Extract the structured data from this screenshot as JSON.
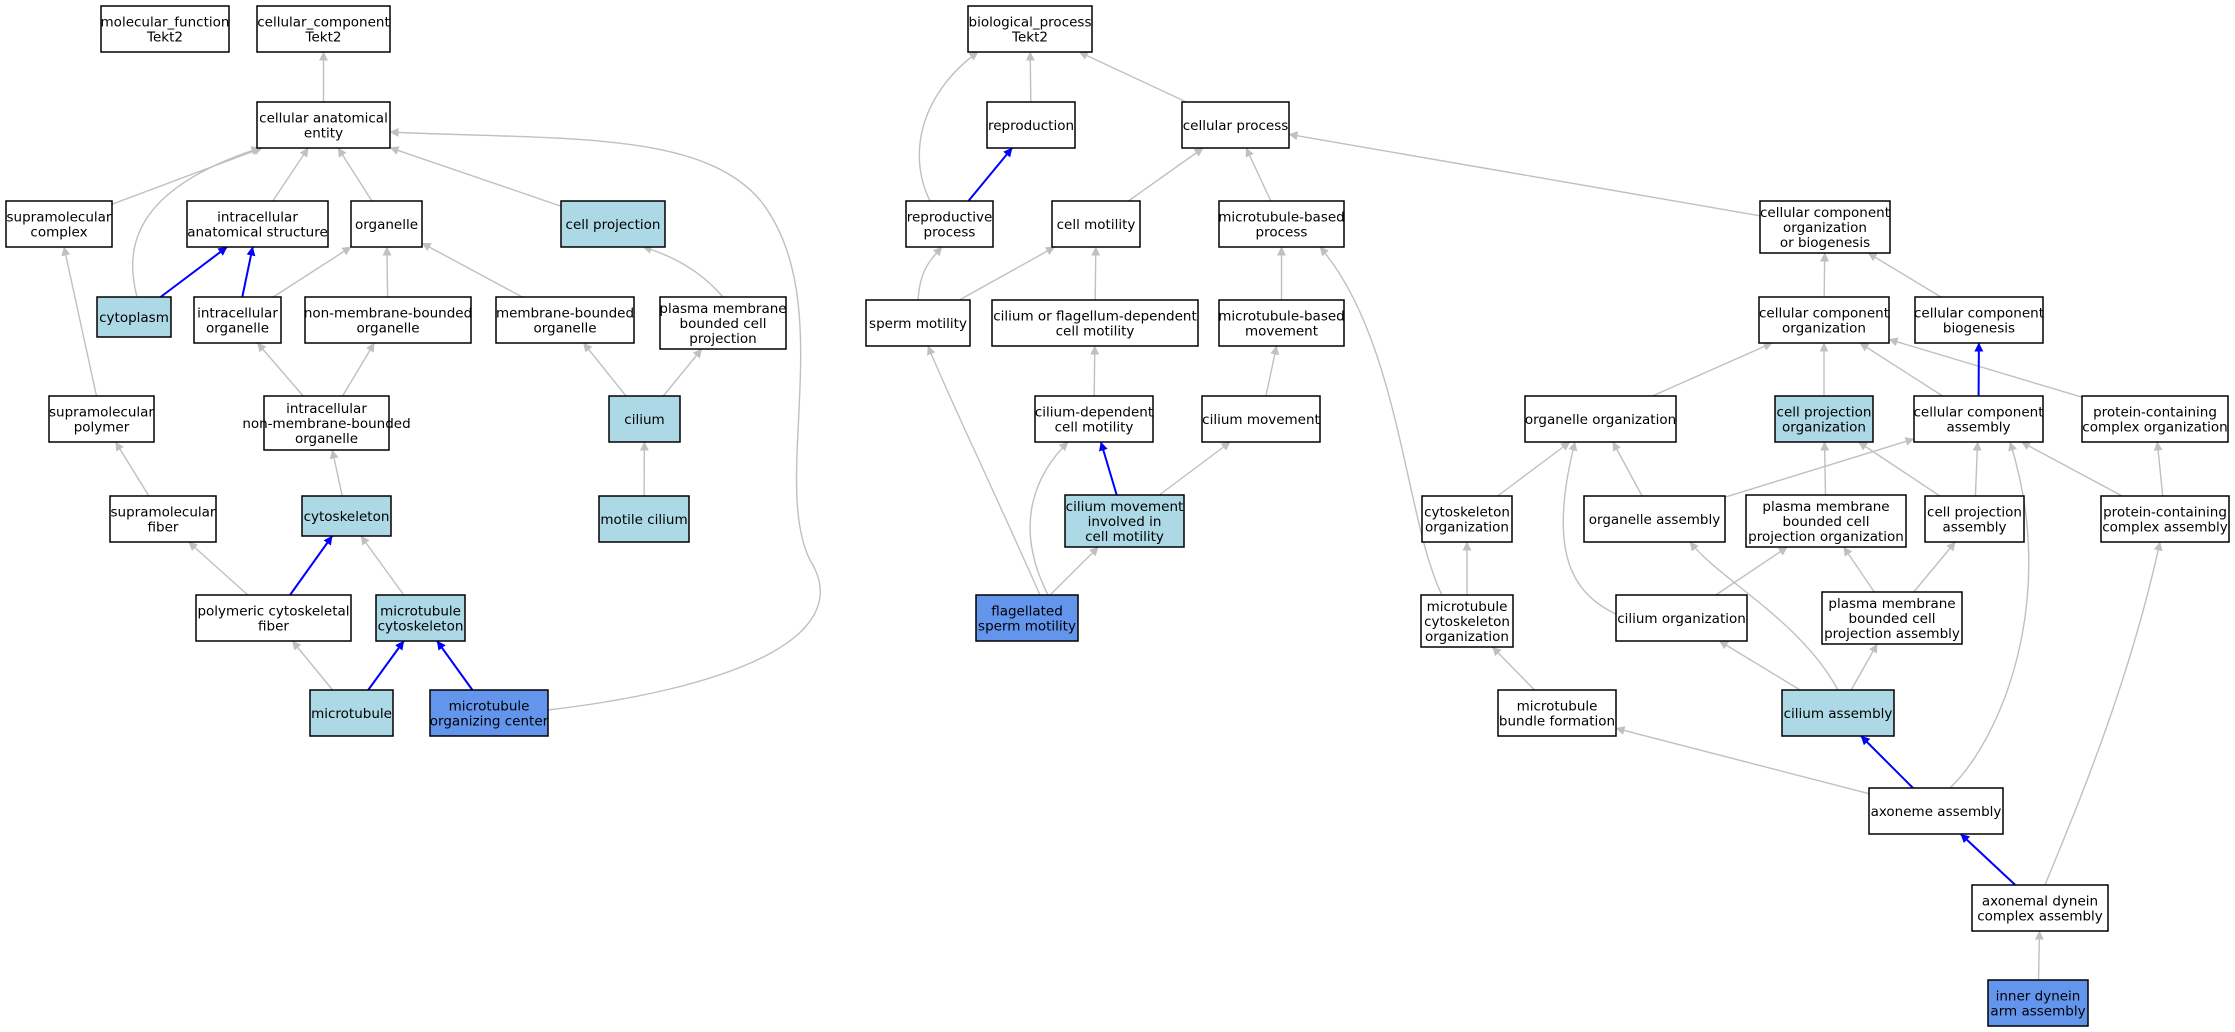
{
  "colors": {
    "plain": "#ffffff",
    "light": "#add8e6",
    "dark": "#6495ed",
    "edge_gray": "#c0c0c0",
    "edge_blue": "#0000ff"
  },
  "nodes": {
    "mf": {
      "lines": [
        "molecular_function",
        "Tekt2"
      ],
      "fill": "plain"
    },
    "cc": {
      "lines": [
        "cellular_component",
        "Tekt2"
      ],
      "fill": "plain"
    },
    "cae": {
      "lines": [
        "cellular anatomical",
        "entity"
      ],
      "fill": "plain"
    },
    "supcx": {
      "lines": [
        "supramolecular",
        "complex"
      ],
      "fill": "plain"
    },
    "ias": {
      "lines": [
        "intracellular",
        "anatomical structure"
      ],
      "fill": "plain"
    },
    "org": {
      "lines": [
        "organelle"
      ],
      "fill": "plain"
    },
    "cproj": {
      "lines": [
        "cell projection"
      ],
      "fill": "light"
    },
    "cyto": {
      "lines": [
        "cytoplasm"
      ],
      "fill": "light"
    },
    "iorg": {
      "lines": [
        "intracellular",
        "organelle"
      ],
      "fill": "plain"
    },
    "nmbo": {
      "lines": [
        "non-membrane-bounded",
        "organelle"
      ],
      "fill": "plain"
    },
    "mbo": {
      "lines": [
        "membrane-bounded",
        "organelle"
      ],
      "fill": "plain"
    },
    "pmbcp": {
      "lines": [
        "plasma membrane",
        "bounded cell",
        "projection"
      ],
      "fill": "plain"
    },
    "suppoly": {
      "lines": [
        "supramolecular",
        "polymer"
      ],
      "fill": "plain"
    },
    "inmbo": {
      "lines": [
        "intracellular",
        "non-membrane-bounded",
        "organelle"
      ],
      "fill": "plain"
    },
    "cilium": {
      "lines": [
        "cilium"
      ],
      "fill": "light"
    },
    "supfib": {
      "lines": [
        "supramolecular",
        "fiber"
      ],
      "fill": "plain"
    },
    "cytosk": {
      "lines": [
        "cytoskeleton"
      ],
      "fill": "light"
    },
    "motcil": {
      "lines": [
        "motile cilium"
      ],
      "fill": "light"
    },
    "pcf": {
      "lines": [
        "polymeric cytoskeletal",
        "fiber"
      ],
      "fill": "plain"
    },
    "mtcyto": {
      "lines": [
        "microtubule",
        "cytoskeleton"
      ],
      "fill": "light"
    },
    "mt": {
      "lines": [
        "microtubule"
      ],
      "fill": "light"
    },
    "mtoc": {
      "lines": [
        "microtubule",
        "organizing center"
      ],
      "fill": "dark"
    },
    "bp": {
      "lines": [
        "biological_process",
        "Tekt2"
      ],
      "fill": "plain"
    },
    "repro": {
      "lines": [
        "reproduction"
      ],
      "fill": "plain"
    },
    "cproc": {
      "lines": [
        "cellular process"
      ],
      "fill": "plain"
    },
    "rproc": {
      "lines": [
        "reproductive",
        "process"
      ],
      "fill": "plain"
    },
    "cmot": {
      "lines": [
        "cell motility"
      ],
      "fill": "plain"
    },
    "mtbp": {
      "lines": [
        "microtubule-based",
        "process"
      ],
      "fill": "plain"
    },
    "ccob": {
      "lines": [
        "cellular component",
        "organization",
        "or biogenesis"
      ],
      "fill": "plain"
    },
    "smot": {
      "lines": [
        "sperm motility"
      ],
      "fill": "plain"
    },
    "cfdcm": {
      "lines": [
        "cilium or flagellum-dependent",
        "cell motility"
      ],
      "fill": "plain"
    },
    "mtbm": {
      "lines": [
        "microtubule-based",
        "movement"
      ],
      "fill": "plain"
    },
    "cco": {
      "lines": [
        "cellular component",
        "organization"
      ],
      "fill": "plain"
    },
    "ccb": {
      "lines": [
        "cellular component",
        "biogenesis"
      ],
      "fill": "plain"
    },
    "cdcm": {
      "lines": [
        "cilium-dependent",
        "cell motility"
      ],
      "fill": "plain"
    },
    "cmove": {
      "lines": [
        "cilium movement"
      ],
      "fill": "plain"
    },
    "oorg": {
      "lines": [
        "organelle organization"
      ],
      "fill": "plain"
    },
    "cpo": {
      "lines": [
        "cell projection",
        "organization"
      ],
      "fill": "light"
    },
    "cca": {
      "lines": [
        "cellular component",
        "assembly"
      ],
      "fill": "plain"
    },
    "pcco": {
      "lines": [
        "protein-containing",
        "complex organization"
      ],
      "fill": "plain"
    },
    "cmicm": {
      "lines": [
        "cilium movement",
        "involved in",
        "cell motility"
      ],
      "fill": "light"
    },
    "csko": {
      "lines": [
        "cytoskeleton",
        "organization"
      ],
      "fill": "plain"
    },
    "oasm": {
      "lines": [
        "organelle assembly"
      ],
      "fill": "plain"
    },
    "pmbcpo": {
      "lines": [
        "plasma membrane",
        "bounded cell",
        "projection organization"
      ],
      "fill": "plain"
    },
    "cpa": {
      "lines": [
        "cell projection",
        "assembly"
      ],
      "fill": "plain"
    },
    "pcca": {
      "lines": [
        "protein-containing",
        "complex assembly"
      ],
      "fill": "plain"
    },
    "fsm": {
      "lines": [
        "flagellated",
        "sperm motility"
      ],
      "fill": "dark"
    },
    "mtcsko": {
      "lines": [
        "microtubule",
        "cytoskeleton",
        "organization"
      ],
      "fill": "plain"
    },
    "corg": {
      "lines": [
        "cilium organization"
      ],
      "fill": "plain"
    },
    "pmbcpa": {
      "lines": [
        "plasma membrane",
        "bounded cell",
        "projection assembly"
      ],
      "fill": "plain"
    },
    "mtbf": {
      "lines": [
        "microtubule",
        "bundle formation"
      ],
      "fill": "plain"
    },
    "casm": {
      "lines": [
        "cilium assembly"
      ],
      "fill": "light"
    },
    "axasm": {
      "lines": [
        "axoneme assembly"
      ],
      "fill": "plain"
    },
    "adca": {
      "lines": [
        "axonemal dynein",
        "complex assembly"
      ],
      "fill": "plain"
    },
    "idaa": {
      "lines": [
        "inner dynein",
        "arm assembly"
      ],
      "fill": "dark"
    }
  },
  "edges": [
    [
      "cae",
      "cc",
      "gray"
    ],
    [
      "supcx",
      "cae",
      "gray"
    ],
    [
      "ias",
      "cae",
      "gray"
    ],
    [
      "org",
      "cae",
      "gray"
    ],
    [
      "cproj",
      "cae",
      "gray"
    ],
    [
      "cyto",
      "cae",
      "gray"
    ],
    [
      "mtoc",
      "cae",
      "gray"
    ],
    [
      "cyto",
      "ias",
      "blue"
    ],
    [
      "iorg",
      "ias",
      "blue"
    ],
    [
      "iorg",
      "org",
      "gray"
    ],
    [
      "nmbo",
      "org",
      "gray"
    ],
    [
      "mbo",
      "org",
      "gray"
    ],
    [
      "pmbcp",
      "cproj",
      "gray"
    ],
    [
      "suppoly",
      "supcx",
      "gray"
    ],
    [
      "inmbo",
      "iorg",
      "gray"
    ],
    [
      "inmbo",
      "nmbo",
      "gray"
    ],
    [
      "cilium",
      "mbo",
      "gray"
    ],
    [
      "cilium",
      "pmbcp",
      "gray"
    ],
    [
      "supfib",
      "suppoly",
      "gray"
    ],
    [
      "cytosk",
      "inmbo",
      "gray"
    ],
    [
      "motcil",
      "cilium",
      "gray"
    ],
    [
      "pcf",
      "supfib",
      "gray"
    ],
    [
      "pcf",
      "cytosk",
      "blue"
    ],
    [
      "mtcyto",
      "cytosk",
      "gray"
    ],
    [
      "mt",
      "pcf",
      "gray"
    ],
    [
      "mt",
      "mtcyto",
      "blue"
    ],
    [
      "mtoc",
      "mtcyto",
      "blue"
    ],
    [
      "repro",
      "bp",
      "gray"
    ],
    [
      "cproc",
      "bp",
      "gray"
    ],
    [
      "rproc",
      "bp",
      "gray"
    ],
    [
      "rproc",
      "repro",
      "blue"
    ],
    [
      "cmot",
      "cproc",
      "gray"
    ],
    [
      "mtbp",
      "cproc",
      "gray"
    ],
    [
      "ccob",
      "cproc",
      "gray"
    ],
    [
      "smot",
      "rproc",
      "gray"
    ],
    [
      "smot",
      "cmot",
      "gray"
    ],
    [
      "cfdcm",
      "cmot",
      "gray"
    ],
    [
      "mtbm",
      "mtbp",
      "gray"
    ],
    [
      "mtcsko",
      "mtbp",
      "gray"
    ],
    [
      "cco",
      "ccob",
      "gray"
    ],
    [
      "ccb",
      "ccob",
      "gray"
    ],
    [
      "cdcm",
      "cfdcm",
      "gray"
    ],
    [
      "cmove",
      "mtbm",
      "gray"
    ],
    [
      "oorg",
      "cco",
      "gray"
    ],
    [
      "cpo",
      "cco",
      "gray"
    ],
    [
      "cca",
      "cco",
      "gray"
    ],
    [
      "pcco",
      "cco",
      "gray"
    ],
    [
      "cca",
      "ccb",
      "blue"
    ],
    [
      "cmicm",
      "cdcm",
      "blue"
    ],
    [
      "cmicm",
      "cmove",
      "gray"
    ],
    [
      "csko",
      "oorg",
      "gray"
    ],
    [
      "oasm",
      "oorg",
      "gray"
    ],
    [
      "corg",
      "oorg",
      "gray"
    ],
    [
      "oasm",
      "cca",
      "gray"
    ],
    [
      "pmbcpo",
      "cpo",
      "gray"
    ],
    [
      "cpa",
      "cpo",
      "gray"
    ],
    [
      "cpa",
      "cca",
      "gray"
    ],
    [
      "pcca",
      "cca",
      "gray"
    ],
    [
      "axasm",
      "cca",
      "gray"
    ],
    [
      "pcca",
      "pcco",
      "gray"
    ],
    [
      "fsm",
      "smot",
      "gray"
    ],
    [
      "fsm",
      "cdcm",
      "gray"
    ],
    [
      "fsm",
      "cmicm",
      "gray"
    ],
    [
      "mtcsko",
      "csko",
      "gray"
    ],
    [
      "corg",
      "pmbcpo",
      "gray"
    ],
    [
      "pmbcpa",
      "pmbcpo",
      "gray"
    ],
    [
      "pmbcpa",
      "cpa",
      "gray"
    ],
    [
      "mtbf",
      "mtcsko",
      "gray"
    ],
    [
      "casm",
      "oasm",
      "gray"
    ],
    [
      "casm",
      "corg",
      "gray"
    ],
    [
      "casm",
      "pmbcpa",
      "gray"
    ],
    [
      "axasm",
      "mtbf",
      "gray"
    ],
    [
      "axasm",
      "casm",
      "blue"
    ],
    [
      "adca",
      "axasm",
      "blue"
    ],
    [
      "adca",
      "pcca",
      "gray"
    ],
    [
      "idaa",
      "adca",
      "gray"
    ]
  ]
}
